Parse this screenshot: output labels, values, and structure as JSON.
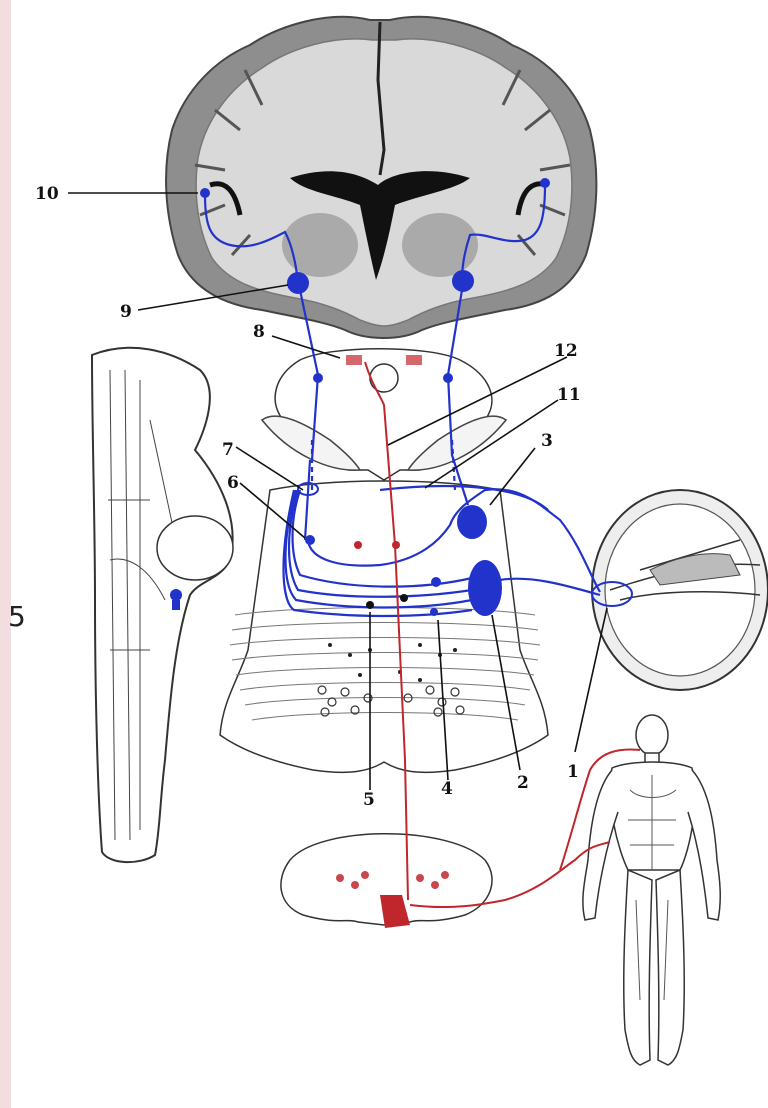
{
  "side_number": "5",
  "labels": {
    "l1": "1",
    "l2": "2",
    "l3": "3",
    "l4": "4",
    "l5": "5",
    "l6": "6",
    "l7": "7",
    "l8": "8",
    "l9": "9",
    "l10": "10",
    "l11": "11",
    "l12": "12"
  },
  "colors": {
    "auditory_pathway": "#2233cc",
    "motor_pathway": "#c0272d",
    "outline": "#333333",
    "cortex_gray": "#9a9a9a",
    "white_matter": "#d8d8d8",
    "ventricle": "#111111",
    "side_strip": "#f2dde0"
  }
}
